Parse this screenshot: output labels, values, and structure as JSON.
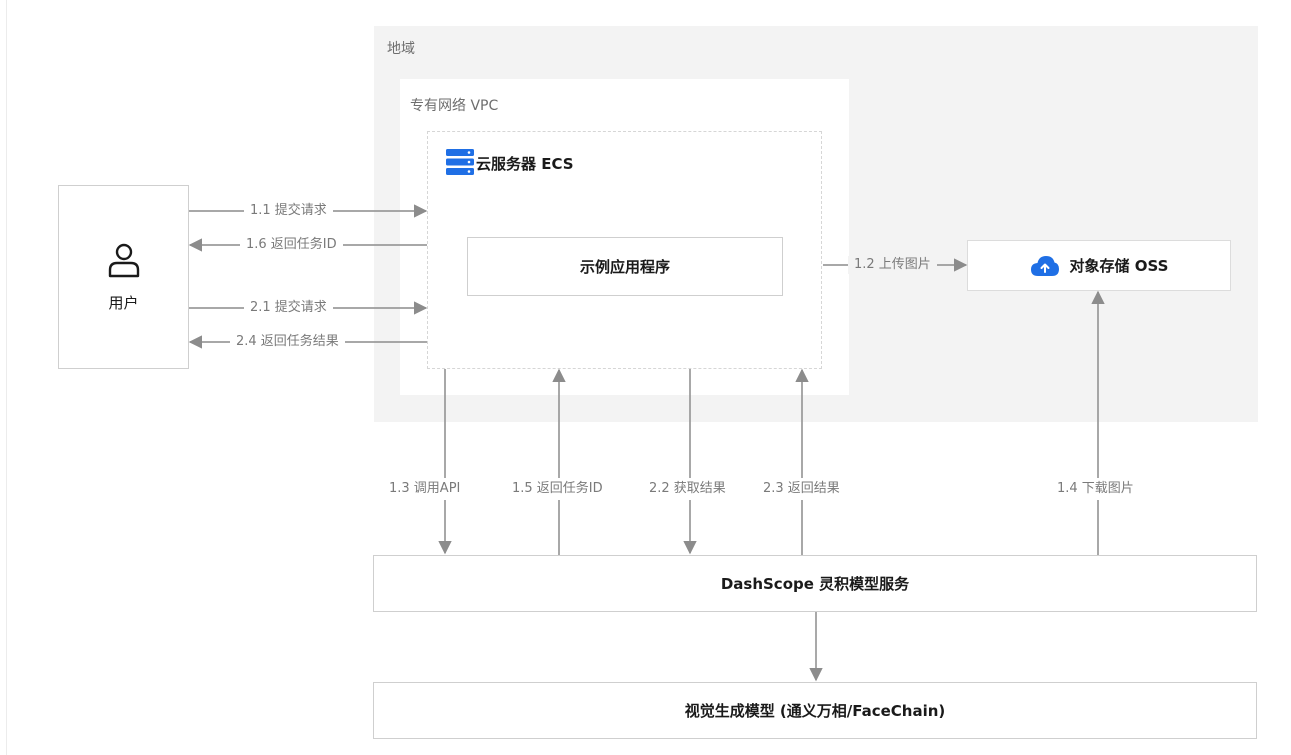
{
  "region": {
    "label": "地域"
  },
  "vpc": {
    "label": "专有网络 VPC"
  },
  "ecs": {
    "title": "云服务器 ECS",
    "icon": "server-icon",
    "app_label": "示例应用程序"
  },
  "user": {
    "label": "用户",
    "icon": "user-icon"
  },
  "oss": {
    "label": "对象存储 OSS",
    "icon": "cloud-upload-icon",
    "icon_color": "#1f6fe5"
  },
  "dashscope": {
    "label": "DashScope 灵积模型服务"
  },
  "vision_model": {
    "label": "视觉生成模型 (通义万相/FaceChain)"
  },
  "flows": {
    "f1_1": "1.1 提交请求",
    "f1_6": "1.6 返回任务ID",
    "f2_1": "2.1 提交请求",
    "f2_4": "2.4 返回任务结果",
    "f1_2": "1.2 上传图片",
    "f1_3": "1.3 调用API",
    "f1_5": "1.5 返回任务ID",
    "f2_2": "2.2 获取结果",
    "f2_3": "2.3 返回结果",
    "f1_4": "1.4 下载图片"
  },
  "colors": {
    "accent": "#1f6fe5",
    "arrow": "#8c8c8c",
    "region_bg": "#f3f3f3"
  }
}
